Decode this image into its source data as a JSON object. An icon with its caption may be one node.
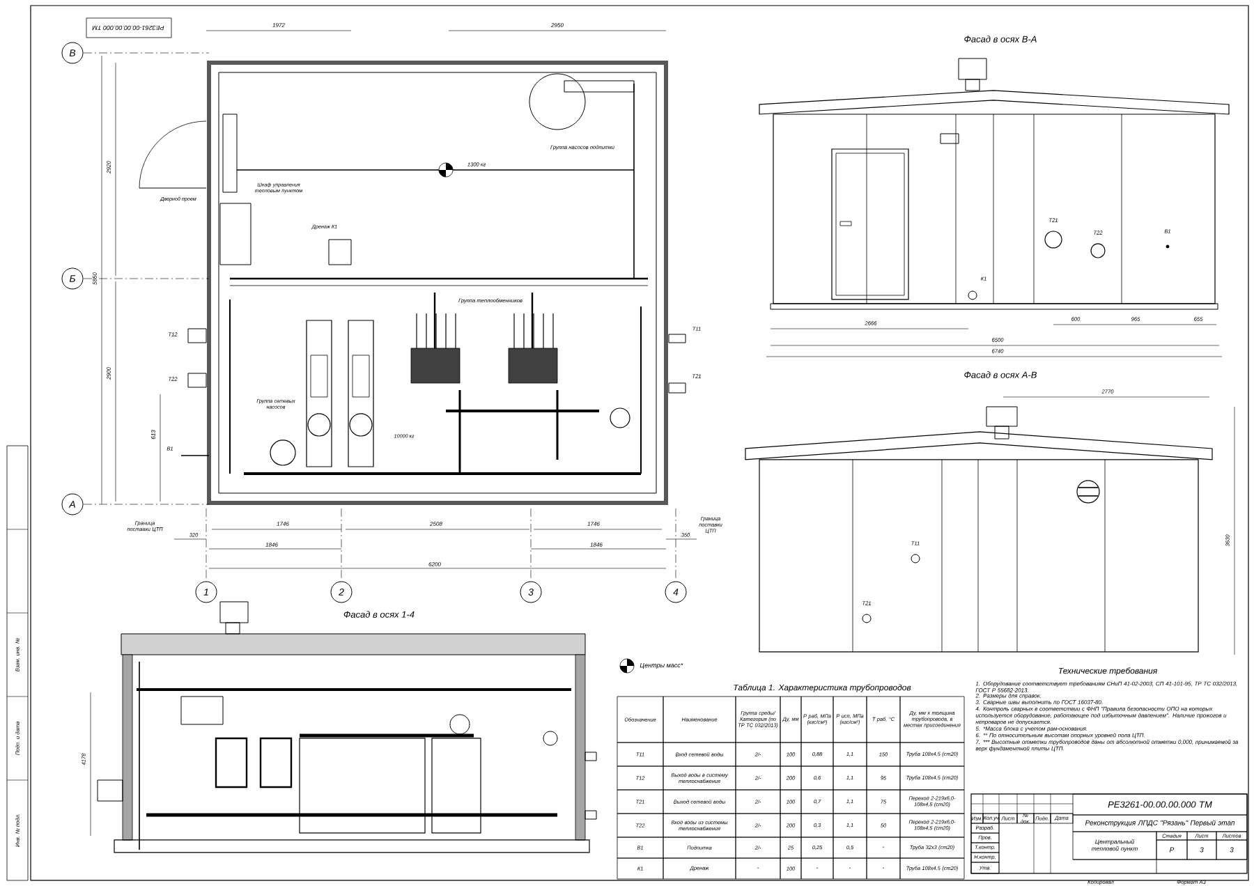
{
  "diagram": {
    "nodes": [
      {
        "text": [
          "В"
        ]
      },
      {
        "text": [
          "Б"
        ]
      },
      {
        "text": [
          "А"
        ]
      },
      {
        "text": [
          "1"
        ]
      },
      {
        "text": [
          "2"
        ]
      },
      {
        "text": [
          "3"
        ]
      },
      {
        "text": [
          "4"
        ]
      }
    ],
    "labels": [
      "РЕ3261-00.00.00.000 ТМ",
      "1972",
      "2950",
      "Группа насосов подпитки",
      "1300 кг",
      "Шкаф управления тепловым пунктом",
      "Дверной проем",
      "Дренаж К1",
      "Группа теплообменников",
      "Группа сетевых насосов",
      "10000 кг",
      "Т12",
      "Т22",
      "В1",
      "Т11",
      "Т21",
      "2920",
      "5850",
      "2900",
      "613",
      "1746",
      "2508",
      "1746",
      "1846",
      "1846",
      "6200",
      "Граница поставки ЦТП",
      "320",
      "350",
      "Граница поставки ЦТП",
      "Фасад в осях В-А",
      "Т21",
      "Т22",
      "В1",
      "К1",
      "2666",
      "600",
      "965",
      "655",
      "6500",
      "6740",
      "Фасад в осях А-В",
      "2770",
      "Т11",
      "Т21",
      "3630",
      "Фасад в осях 1-4",
      "4178",
      "Таблица 1. Характеристика трубопроводов",
      "Технические требования",
      "Копировал",
      "Формат А3",
      "Инв. № подл.",
      "Подп. и дата",
      "Взам. инв. №",
      "Обозначение",
      "Наименование",
      "Группа среды/ Категория (по ТР ТС 032/2013)",
      "Ду, мм",
      "Р раб, МПа (кгс/см²)",
      "Р исп, МПа (кгс/см²)",
      "Т раб, °С",
      "Ду, мм х толщина трубопровода, в местах присоединения",
      "Т11",
      "Вход сетевой воды",
      "2/-",
      "100",
      "0,88",
      "1,1",
      "150",
      "Труба 108х4,5 (ст20)",
      "Т12",
      "Выход воды в систему теплоснабжения",
      "2/-",
      "200",
      "0,6",
      "1,1",
      "95",
      "Труба 108х4,5 (ст20)",
      "Т21",
      "Выход сетевой воды",
      "2/-",
      "100",
      "0,7",
      "1,1",
      "75",
      "Переход 2-219х6,0-108х4,5 (ст20)",
      "Т22",
      "Вход воды из системы теплоснабжения",
      "2/-",
      "200",
      "0,3",
      "1,1",
      "50",
      "Переход 2-219х6,0-108х4,5 (ст20)",
      "В1",
      "Подпитка",
      "2/-",
      "25",
      "0,25",
      "0,5",
      "-",
      "Труба 32х3 (ст20)",
      "К1",
      "Дренаж",
      "-",
      "100",
      "-",
      "-",
      "-",
      "Труба 108х4,5 (ст20)",
      "1. Оборудование соответствует требованиям СНиП 41-02-2003, СП 41-101-95, ТР ТС 032/2013, ГОСТ Р 55682-2013.",
      "2. Размеры для справок.",
      "3. Сварные швы выполнить по ГОСТ 16037-80.",
      "4. Контроль сварных в соответствии с ФНП \"Правила безопасности ОПО на которых используется оборудование, работающее под избыточным давлением\". Наличие прожогов и непроваров не допускается.",
      "5. *Масса блока с учетом рам-основания.",
      "6. ** По относительным высотам опорных уровней пола ЦТП.",
      "7. *** Высотные отметки трубопроводов даны от абсолютной отметки 0,000, принимаемой за верх фундаментной плиты ЦТП.",
      "РЕ3261-00.00.00.000 ТМ",
      "Реконструкция ЛПДС \"Рязань\" Первый этап",
      "Центральный тепловой пункт",
      "Стадия",
      "Лист",
      "Листов",
      "Р",
      "3",
      "3",
      "Изм.",
      "Кол.уч",
      "Лист",
      "№ док.",
      "Подп.",
      "Дата",
      "Разраб.",
      "Пров.",
      "Т.контр.",
      "Н.контр.",
      "Утв."
    ],
    "legend": [
      {
        "text": "Центры масс*"
      }
    ]
  }
}
